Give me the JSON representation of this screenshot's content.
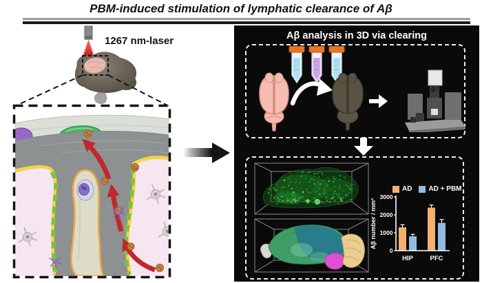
{
  "title": "PBM-induced stimulation of lymphatic clearance of Aβ",
  "left_panel": {
    "laser_label": "1267 nm-laser"
  },
  "right_panel": {
    "title": "Aβ analysis in 3D via clearing"
  },
  "chart_data": {
    "type": "bar",
    "title": "",
    "categories": [
      "HIP",
      "PFC"
    ],
    "series": [
      {
        "name": "AD",
        "color": "#F5AF6E",
        "values": [
          1300,
          2400
        ],
        "errors": [
          150,
          150
        ]
      },
      {
        "name": "AD + PBM",
        "color": "#92BCDE",
        "values": [
          800,
          1550
        ],
        "errors": [
          110,
          190
        ]
      }
    ],
    "xlabel": "",
    "ylabel": "Aβ number / mm³",
    "ylim": [
      0,
      3000
    ],
    "yticks": [
      0,
      1000,
      2000,
      3000
    ],
    "grid": false,
    "legend_position": "top"
  },
  "colors": {
    "ad": "#F5AF6E",
    "ad_pbm": "#92BCDE",
    "arrow_red": "#C1272D",
    "lymphatic_green": "#4DB767",
    "vessel_outline": "#F0A83E",
    "glia_yellow": "#F8D33F",
    "endfeet_green": "#7DC142",
    "parenchyma_pink": "#F6E6F2",
    "dura_gray": "#8D9192",
    "panel_bg": "#0A0A0A",
    "laser_beam_red": "#D01212",
    "fluorescence_green": "#39C23F"
  }
}
